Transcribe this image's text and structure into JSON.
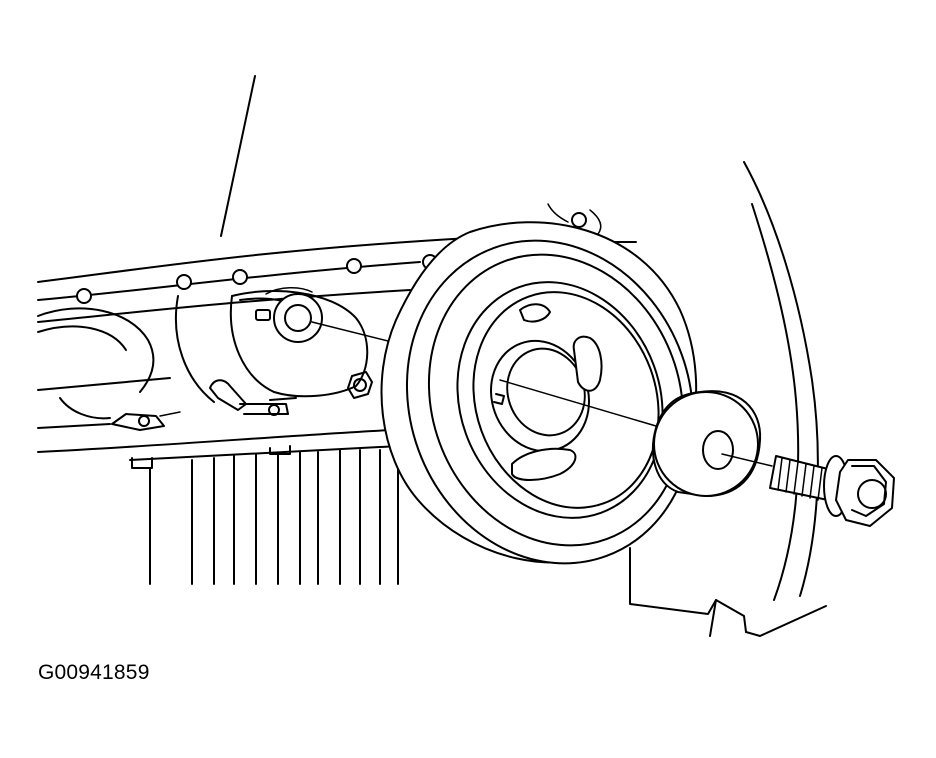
{
  "figure": {
    "id_label": "G00941859"
  },
  "colors": {
    "ink": "#000000",
    "paper": "#ffffff"
  },
  "parts": [
    "engine-block",
    "timing-belt-cover",
    "oil-pan",
    "crankshaft-pulley",
    "pulley-washer",
    "pulley-bolt",
    "body-side-panel"
  ]
}
